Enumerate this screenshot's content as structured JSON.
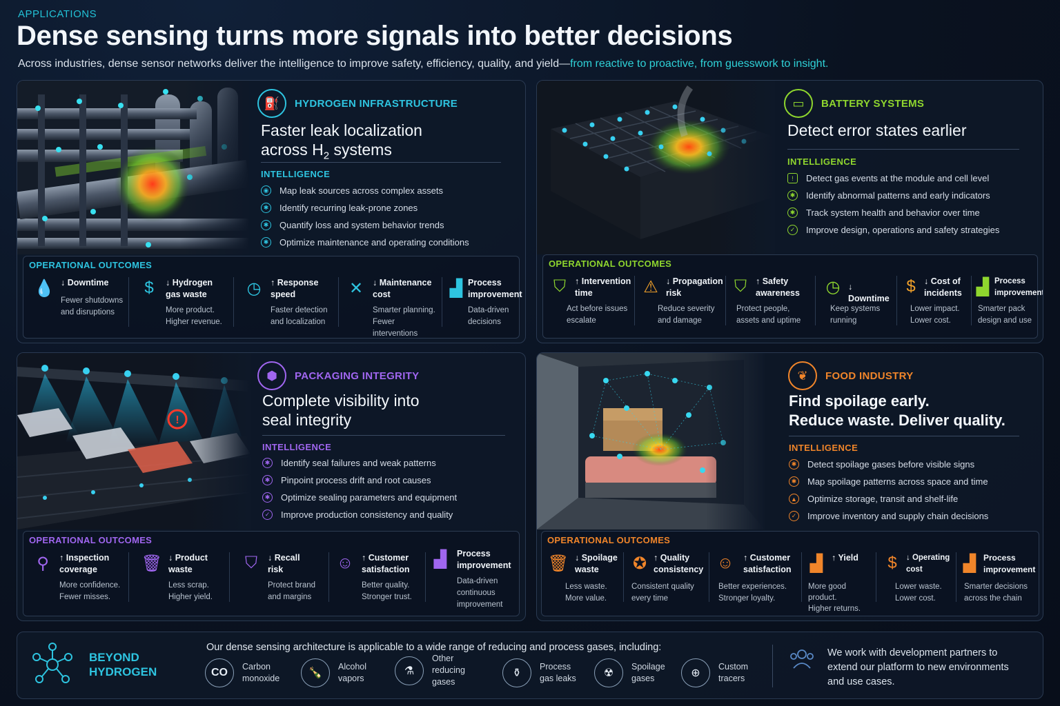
{
  "header": {
    "kicker": "APPLICATIONS",
    "headline": "Dense sensing turns more signals into better decisions",
    "sub_plain": "Across industries, dense sensor networks deliver the intelligence to improve safety, efficiency, quality, and yield—",
    "sub_highlight": "from reactive to proactive, from guesswork to insight."
  },
  "colors": {
    "hydrogen": "#2ec4e0",
    "battery": "#8fd62e",
    "packaging": "#a066f0",
    "food": "#f0852a"
  },
  "hydrogen": {
    "category": "HYDROGEN INFRASTRUCTURE",
    "title1": "Faster leak localization",
    "title2a": "across H",
    "title2sub": "2",
    "title2b": " systems",
    "intel_label": "INTELLIGENCE",
    "bullets": [
      "Map leak sources across complex assets",
      "Identify recurring leak-prone zones",
      "Quantify loss and system behavior trends",
      "Optimize maintenance and operating conditions"
    ],
    "outcomes_label": "OPERATIONAL OUTCOMES",
    "outcomes": [
      {
        "t1": "↓ Downtime",
        "t2": "",
        "d1": "Fewer shutdowns",
        "d2": "and disruptions",
        "d3": ""
      },
      {
        "t1": "↓ Hydrogen",
        "t2": "gas waste",
        "d1": "More product.",
        "d2": "Higher revenue.",
        "d3": ""
      },
      {
        "t1": "↑ Response",
        "t2": "speed",
        "d1": "Faster detection",
        "d2": "and localization",
        "d3": ""
      },
      {
        "t1": "↓ Maintenance",
        "t2": "cost",
        "d1": "Smarter planning.",
        "d2": "Fewer interventions",
        "d3": ""
      },
      {
        "t1": "Process",
        "t2": "improvement",
        "d1": "Data-driven",
        "d2": "decisions",
        "d3": ""
      }
    ]
  },
  "battery": {
    "category": "BATTERY SYSTEMS",
    "title1": "Detect error states earlier",
    "intel_label": "INTELLIGENCE",
    "bullets": [
      "Detect gas events at the module and cell level",
      "Identify abnormal patterns and early indicators",
      "Track system health and behavior over time",
      "Improve design, operations and safety strategies"
    ],
    "outcomes_label": "OPERATIONAL OUTCOMES",
    "outcomes": [
      {
        "t1": "↑ Intervention",
        "t2": "time",
        "d1": "Act before issues",
        "d2": "escalate"
      },
      {
        "t1": "↓ Propagation",
        "t2": "risk",
        "d1": "Reduce severity",
        "d2": "and damage"
      },
      {
        "t1": "↑ Safety",
        "t2": "awareness",
        "d1": "Protect people,",
        "d2": "assets and uptime"
      },
      {
        "t1": "↓ Downtime",
        "t2": "",
        "d1": "Keep systems",
        "d2": "running"
      },
      {
        "t1": "↓ Cost of",
        "t2": "incidents",
        "d1": "Lower impact.",
        "d2": "Lower cost."
      },
      {
        "t1": "Process",
        "t2": "improvement",
        "d1": "Smarter pack",
        "d2": "design and use"
      }
    ]
  },
  "packaging": {
    "category": "PACKAGING INTEGRITY",
    "title1": "Complete visibility into",
    "title2": "seal integrity",
    "intel_label": "INTELLIGENCE",
    "bullets": [
      "Identify seal failures and weak patterns",
      "Pinpoint process drift and root causes",
      "Optimize sealing parameters and equipment",
      "Improve production consistency and quality"
    ],
    "outcomes_label": "OPERATIONAL OUTCOMES",
    "outcomes": [
      {
        "t1": "↑ Inspection",
        "t2": "coverage",
        "d1": "More confidence.",
        "d2": "Fewer misses.",
        "d3": ""
      },
      {
        "t1": "↓ Product",
        "t2": "waste",
        "d1": "Less scrap.",
        "d2": "Higher yield.",
        "d3": ""
      },
      {
        "t1": "↓ Recall",
        "t2": "risk",
        "d1": "Protect brand",
        "d2": "and margins",
        "d3": ""
      },
      {
        "t1": "↑ Customer",
        "t2": "satisfaction",
        "d1": "Better quality.",
        "d2": "Stronger trust.",
        "d3": ""
      },
      {
        "t1": "Process",
        "t2": "improvement",
        "d1": "Data-driven",
        "d2": "continuous",
        "d3": "improvement"
      }
    ]
  },
  "food": {
    "category": "FOOD INDUSTRY",
    "title1": "Find spoilage early.",
    "title2": "Reduce waste. Deliver quality.",
    "intel_label": "INTELLIGENCE",
    "bullets": [
      "Detect spoilage gases before visible signs",
      "Map spoilage patterns across space and time",
      "Optimize storage, transit and shelf-life",
      "Improve inventory and supply chain decisions"
    ],
    "outcomes_label": "OPERATIONAL OUTCOMES",
    "outcomes": [
      {
        "t1": "↓ Spoilage",
        "t2": "waste",
        "d1": "Less waste.",
        "d2": "More value.",
        "d3": ""
      },
      {
        "t1": "↑ Quality",
        "t2": "consistency",
        "d1": "Consistent quality",
        "d2": "every time",
        "d3": ""
      },
      {
        "t1": "↑ Customer",
        "t2": "satisfaction",
        "d1": "Better experiences.",
        "d2": "Stronger loyalty.",
        "d3": ""
      },
      {
        "t1": "↑ Yield",
        "t2": "",
        "d1": "More good",
        "d2": "product.",
        "d3": "Higher returns."
      },
      {
        "t1": "↓ Operating",
        "t2": "cost",
        "d1": "Lower waste.",
        "d2": "Lower cost.",
        "d3": ""
      },
      {
        "t1": "Process",
        "t2": "improvement",
        "d1": "Smarter decisions",
        "d2": "across the chain",
        "d3": ""
      }
    ]
  },
  "beyond": {
    "title1": "BEYOND",
    "title2": "HYDROGEN",
    "intro": "Our dense sensing architecture is applicable to a wide range of reducing and process gases, including:",
    "gases": [
      {
        "icon": "CO",
        "l1": "Carbon",
        "l2": "monoxide",
        "l3": ""
      },
      {
        "icon": "bottle-icon",
        "l1": "Alcohol",
        "l2": "vapors",
        "l3": ""
      },
      {
        "icon": "flask-icon",
        "l1": "Other",
        "l2": "reducing",
        "l3": "gases"
      },
      {
        "icon": "process-flask-icon",
        "l1": "Process",
        "l2": "gas leaks",
        "l3": ""
      },
      {
        "icon": "spoilage-icon",
        "l1": "Spoilage",
        "l2": "gases",
        "l3": ""
      },
      {
        "icon": "target-icon",
        "l1": "Custom",
        "l2": "tracers",
        "l3": ""
      }
    ],
    "partners1": "We work with development partners to",
    "partners2": "extend our platform to new environments",
    "partners3": "and use cases."
  }
}
